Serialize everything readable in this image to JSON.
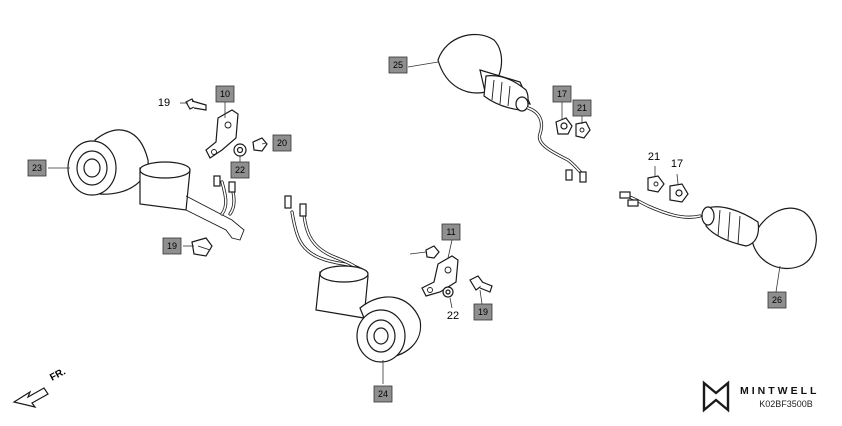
{
  "diagram": {
    "callouts": {
      "c10": "10",
      "c11": "11",
      "c17a": "17",
      "c17b": "17",
      "c19a": "19",
      "c19b": "19",
      "c19c": "19",
      "c20": "20",
      "c21a": "21",
      "c21b": "21",
      "c22a": "22",
      "c22b": "22",
      "c23": "23",
      "c24": "24",
      "c25": "25",
      "c26": "26"
    },
    "direction_label": "FR.",
    "drawing_code": "K02BF3500B",
    "brand": "MINTWELL"
  },
  "colors": {
    "line": "#1a1a1a",
    "callout_box": "#8f8f8f",
    "background": "#ffffff"
  }
}
